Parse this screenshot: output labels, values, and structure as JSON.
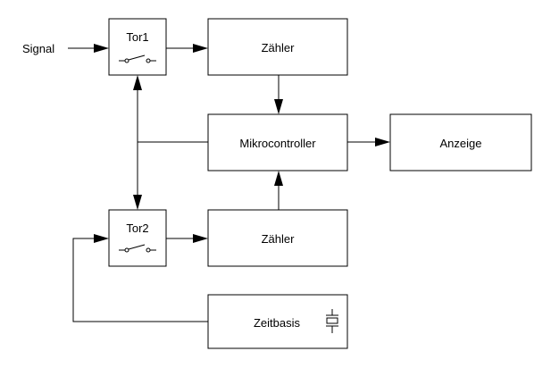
{
  "diagram": {
    "input_label": "Signal",
    "gate1_label": "Tor1",
    "gate2_label": "Tor2",
    "counter1_label": "Zähler",
    "counter2_label": "Zähler",
    "mcu_label": "Mikrocontroller",
    "display_label": "Anzeige",
    "timebase_label": "Zeitbasis"
  },
  "colors": {
    "line": "#000000",
    "background": "#ffffff"
  }
}
